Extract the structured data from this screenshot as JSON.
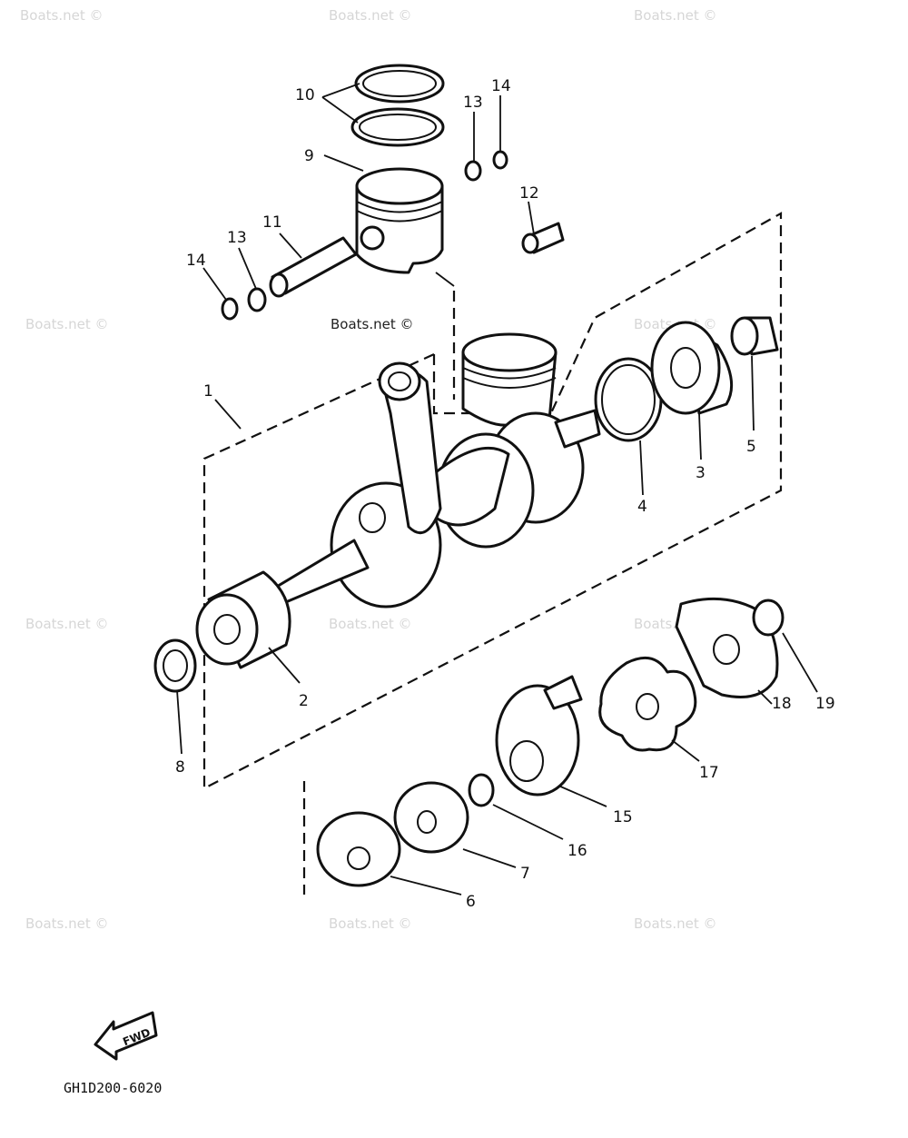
{
  "watermark": "Boats.net ©",
  "watermark_dark": "Boats.net ©",
  "diagram_code": "GH1D200-6020",
  "fwd_label": "FWD",
  "callouts": {
    "c1": "1",
    "c2": "2",
    "c3": "3",
    "c4": "4",
    "c5": "5",
    "c6": "6",
    "c7": "7",
    "c8": "8",
    "c9": "9",
    "c10": "10",
    "c11": "11",
    "c12": "12",
    "c13a": "13",
    "c13b": "13",
    "c14a": "14",
    "c14b": "14",
    "c15": "15",
    "c16": "16",
    "c17": "17",
    "c18": "18",
    "c19": "19"
  }
}
